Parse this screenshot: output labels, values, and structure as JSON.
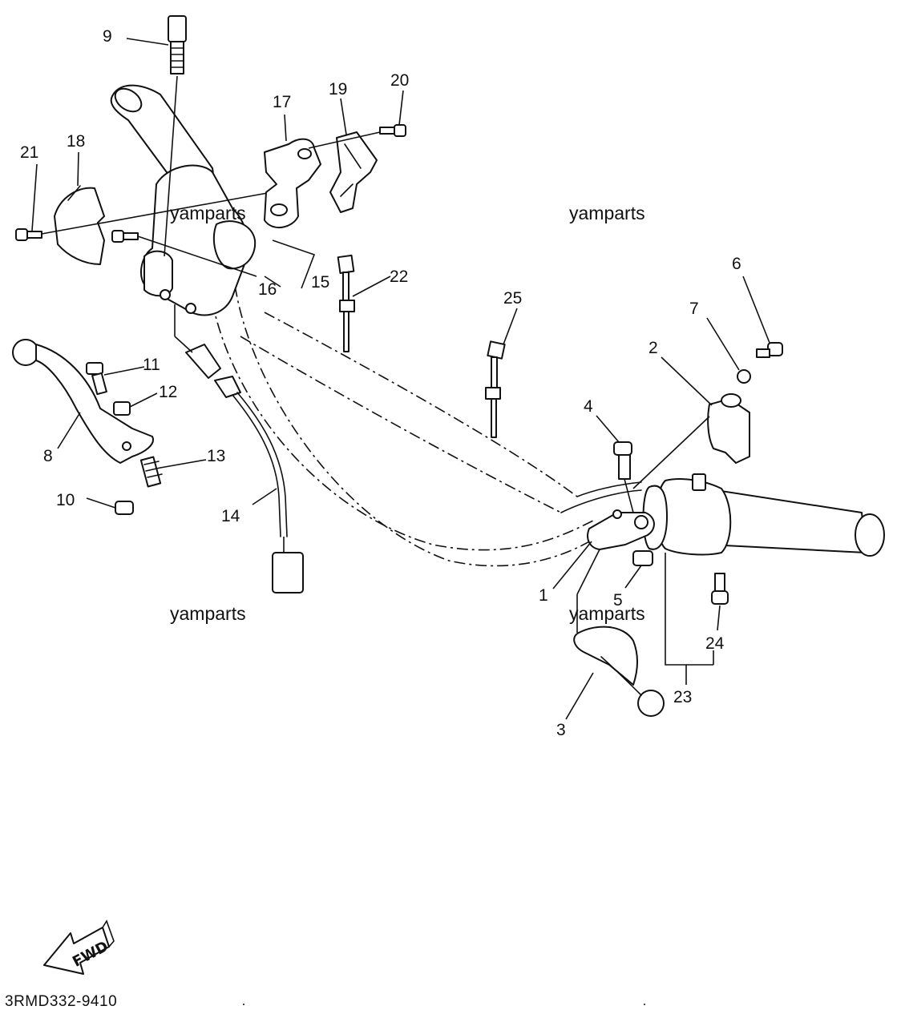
{
  "diagram": {
    "part_code": "3RMD332-9410",
    "direction_label": "FWD",
    "watermarks": [
      "yamparts",
      "yamparts",
      "yamparts",
      "yamparts"
    ],
    "callouts": [
      "1",
      "2",
      "3",
      "4",
      "5",
      "6",
      "7",
      "8",
      "9",
      "10",
      "11",
      "12",
      "13",
      "14",
      "15",
      "16",
      "17",
      "18",
      "19",
      "20",
      "21",
      "22",
      "23",
      "24",
      "25"
    ]
  }
}
